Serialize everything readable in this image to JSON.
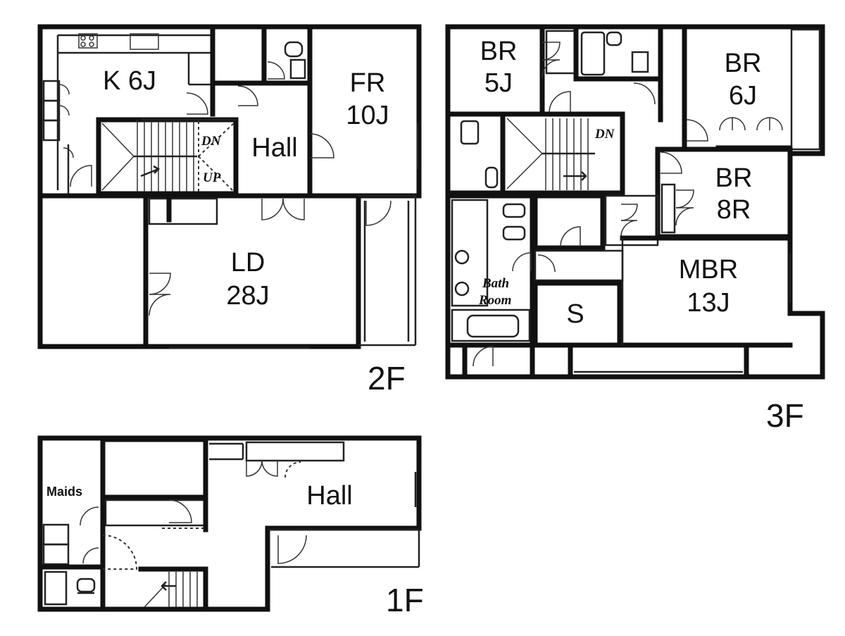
{
  "floors": {
    "f2": {
      "label": "2F",
      "rooms": {
        "kitchen": "K 6J",
        "hall": "Hall",
        "fr_name": "FR",
        "fr_size": "10J",
        "ld_name": "LD",
        "ld_size": "28J"
      },
      "stair": {
        "dn": "DN",
        "up": "UP"
      }
    },
    "f3": {
      "label": "3F",
      "rooms": {
        "br1_name": "BR",
        "br1_size": "5J",
        "br2_name": "BR",
        "br2_size": "6J",
        "br3_name": "BR",
        "br3_size": "8R",
        "mbr_name": "MBR",
        "mbr_size": "13J",
        "storage": "S",
        "bath_line1": "Bath",
        "bath_line2": "Room"
      },
      "stair": {
        "dn": "DN"
      }
    },
    "f1": {
      "label": "1F",
      "rooms": {
        "maids": "Maids",
        "hall": "Hall"
      }
    }
  }
}
